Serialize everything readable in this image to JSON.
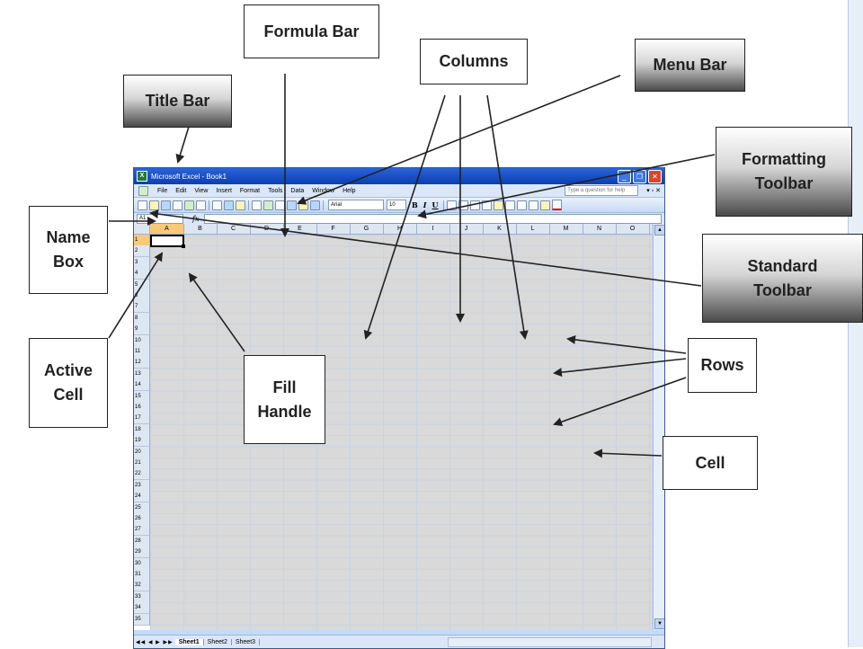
{
  "excel": {
    "title": "Microsoft Excel - Book1",
    "menu": [
      "File",
      "Edit",
      "View",
      "Insert",
      "Format",
      "Tools",
      "Data",
      "Window",
      "Help"
    ],
    "help_placeholder": "Type a question for help",
    "font_name": "Arial",
    "font_size": "10",
    "formatting_buttons": [
      "B",
      "I",
      "U"
    ],
    "name_box": "A1",
    "fx_label": "fx",
    "columns": [
      "A",
      "B",
      "C",
      "D",
      "E",
      "F",
      "G",
      "H",
      "I",
      "J",
      "K",
      "L",
      "M",
      "N",
      "O"
    ],
    "rows": [
      "1",
      "2",
      "3",
      "4",
      "5",
      "6",
      "7",
      "8",
      "9",
      "10",
      "11",
      "12",
      "13",
      "14",
      "15",
      "16",
      "17",
      "18",
      "19",
      "20",
      "21",
      "22",
      "23",
      "24",
      "25",
      "26",
      "27",
      "28",
      "29",
      "30",
      "31",
      "32",
      "33",
      "34",
      "35"
    ],
    "sheet_tabs": [
      "Sheet1",
      "Sheet2",
      "Sheet3"
    ],
    "active_sheet": "Sheet1"
  },
  "callouts": {
    "formula_bar": "Formula Bar",
    "columns": "Columns",
    "menu_bar": "Menu Bar",
    "title_bar": "Title Bar",
    "formatting_toolbar": "Formatting\nToolbar",
    "name_box": "Name\nBox",
    "standard_toolbar": "Standard\nToolbar",
    "active_cell": "Active\nCell",
    "fill_handle": "Fill\nHandle",
    "rows": "Rows",
    "cell": "Cell"
  },
  "colors": {
    "titlebar": "#0a3fb3",
    "callout_text": "#222222",
    "arrow": "#222222"
  }
}
